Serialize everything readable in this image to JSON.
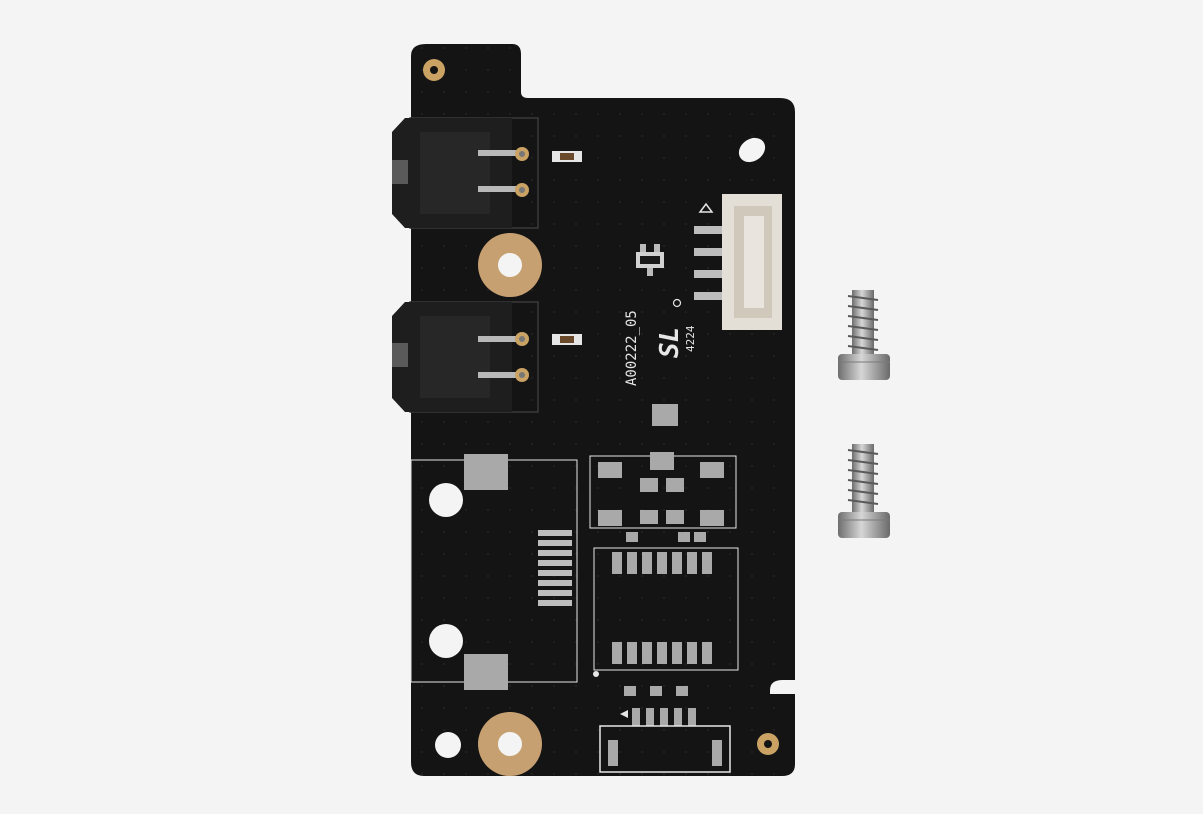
{
  "board": {
    "part_number": "A00222_05",
    "date_code": "4224",
    "maker_mark": "SL"
  },
  "colors": {
    "background": "#f4f4f4",
    "pcb": "#141414",
    "pad_gold": "#c9a264",
    "pad_silver": "#a9a9a9",
    "connector_white": "#e4dfd6",
    "screw_steel": "#9d9d9d"
  },
  "parts": [
    "pcb-board",
    "2-pin-connector-top",
    "2-pin-connector-bottom",
    "4-pin-connector",
    "ribbon-connector",
    "mounting-hole-pads",
    "screw-top",
    "screw-bottom"
  ]
}
